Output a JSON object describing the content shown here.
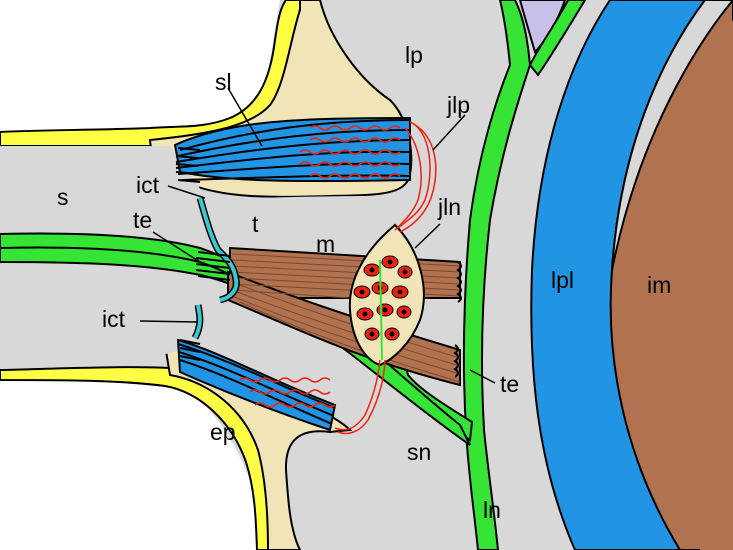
{
  "colors": {
    "background": "#ffffff",
    "skin": "#ffff44",
    "connective": "#f1e4b7",
    "tissue_grey": "#d8d8d8",
    "nerve_green": "#36e436",
    "ligament_blue": "#2294e4",
    "muscle_brown": "#b17250",
    "muscle_dark": "#7a4a33",
    "ganglion_red": "#ee2211",
    "lavender": "#c8c0e8",
    "cyan_tissue": "#39c8d0",
    "outline": "#000000"
  },
  "labels": {
    "s": "s",
    "sl": "sl",
    "ict_upper": "ict",
    "te_left": "te",
    "t": "t",
    "m": "m",
    "ict_lower": "ict",
    "ep": "ep",
    "lp": "lp",
    "jlp": "jlp",
    "jln": "jln",
    "lpl": "lpl",
    "im": "im",
    "te_right": "te",
    "sn": "sn",
    "ln": "ln"
  }
}
